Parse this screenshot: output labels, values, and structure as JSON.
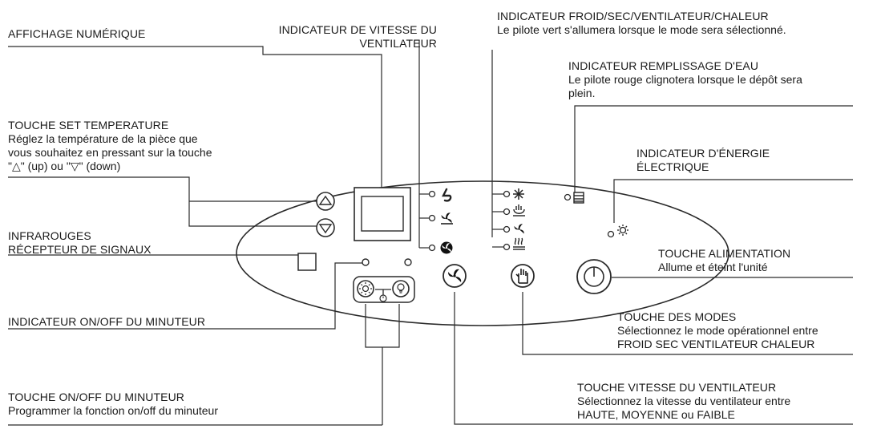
{
  "labels": {
    "display": {
      "title": "AFFICHAGE NUMÉRIQUE"
    },
    "fan_speed_indicator": {
      "title": "INDICATEUR DE VITESSE DU\nVENTILATEUR"
    },
    "mode_indicator": {
      "title": "INDICATEUR FROID/SEC/VENTILATEUR/CHALEUR",
      "desc": "Le pilote vert s'allumera lorsque le mode sera sélectionné."
    },
    "water_full_indicator": {
      "title": "INDICATEUR REMPLISSAGE D'EAU",
      "desc": "Le pilote rouge clignotera lorsque le dépôt sera\nplein."
    },
    "set_temperature": {
      "title": "TOUCHE SET TEMPERATURE",
      "desc": "Réglez la température de la pièce que\nvous souhaitez en pressant sur la touche\n\"△\" (up) ou \"▽\" (down)"
    },
    "power_indicator": {
      "title": "INDICATEUR D'ÉNERGIE\nÉLECTRIQUE"
    },
    "infrared_receiver": {
      "title": "INFRAROUGES\nRÉCEPTEUR DE SIGNAUX"
    },
    "power_button": {
      "title": "TOUCHE ALIMENTATION",
      "desc": "Allume et éteint l'unité"
    },
    "timer_indicator": {
      "title": "INDICATEUR ON/OFF DU MINUTEUR"
    },
    "mode_button": {
      "title": "TOUCHE DES MODES",
      "desc": "Sélectionnez le mode opérationnel entre\nFROID SEC VENTILATEUR CHALEUR"
    },
    "fan_speed_button": {
      "title": "TOUCHE VITESSE DU VENTILATEUR",
      "desc": "Sélectionnez la vitesse du ventilateur entre\nHAUTE, MOYENNE ou FAIBLE"
    },
    "timer_button": {
      "title": "TOUCHE ON/OFF DU MINUTEUR",
      "desc": "Programmer la fonction on/off du minuteur"
    }
  },
  "colors": {
    "line": "#2a2a2a",
    "text": "#1a1a1a",
    "background": "#ffffff"
  },
  "icons": {
    "fan_speed": [
      "fan-low-icon",
      "fan-medium-icon",
      "fan-high-icon"
    ],
    "modes": [
      "cool-snowflake-icon",
      "dry-droplet-icon",
      "fan-mode-icon",
      "heat-icon"
    ],
    "water_tank": "water-tank-icon",
    "power_led": "sun-power-icon",
    "buttons": [
      "temp-up-button",
      "temp-down-button",
      "fan-speed-button",
      "mode-hand-button",
      "power-button",
      "timer-on-button",
      "timer-off-button"
    ]
  }
}
